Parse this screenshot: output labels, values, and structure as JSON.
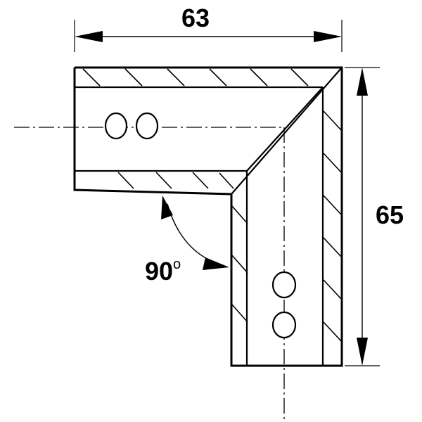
{
  "dimensions": {
    "width_label": "63",
    "height_label": "65",
    "angle_label": "90",
    "angle_unit": "o"
  }
}
